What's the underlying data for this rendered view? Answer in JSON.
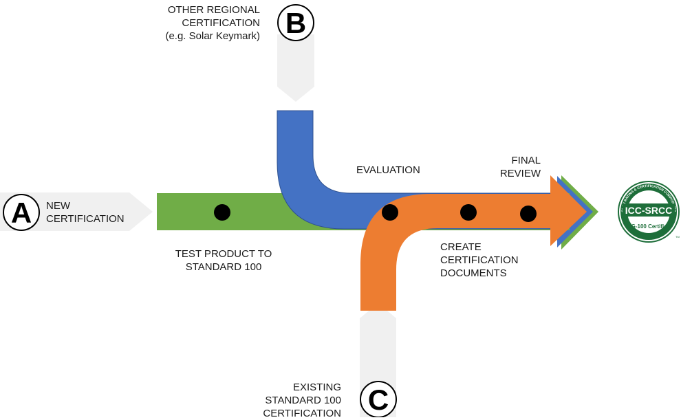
{
  "entries": {
    "a": {
      "letter": "A",
      "label": "NEW\nCERTIFICATION"
    },
    "b": {
      "letter": "B",
      "label": "OTHER REGIONAL\nCERTIFICATION\n(e.g. Solar Keymark)"
    },
    "c": {
      "letter": "C",
      "label": "EXISTING\nSTANDARD 100\nCERTIFICATION"
    }
  },
  "steps": {
    "test": "TEST PRODUCT TO\nSTANDARD 100",
    "evaluation": "EVALUATION",
    "create_docs": "CREATE\nCERTIFICATION\nDOCUMENTS",
    "final_review": "FINAL\nREVIEW"
  },
  "logo": {
    "main_text": "ICC-SRCC",
    "sub_text": "OG-100 Certified",
    "ring_text": "SOLAR RATING & CERTIFICATION CORPORATION",
    "trademark": "TM"
  },
  "colors": {
    "green": "#70ad47",
    "blue": "#4472c4",
    "orange": "#ed7d31",
    "gray_arrow": "#f0f0f0",
    "logo_green": "#1e6e3a"
  }
}
